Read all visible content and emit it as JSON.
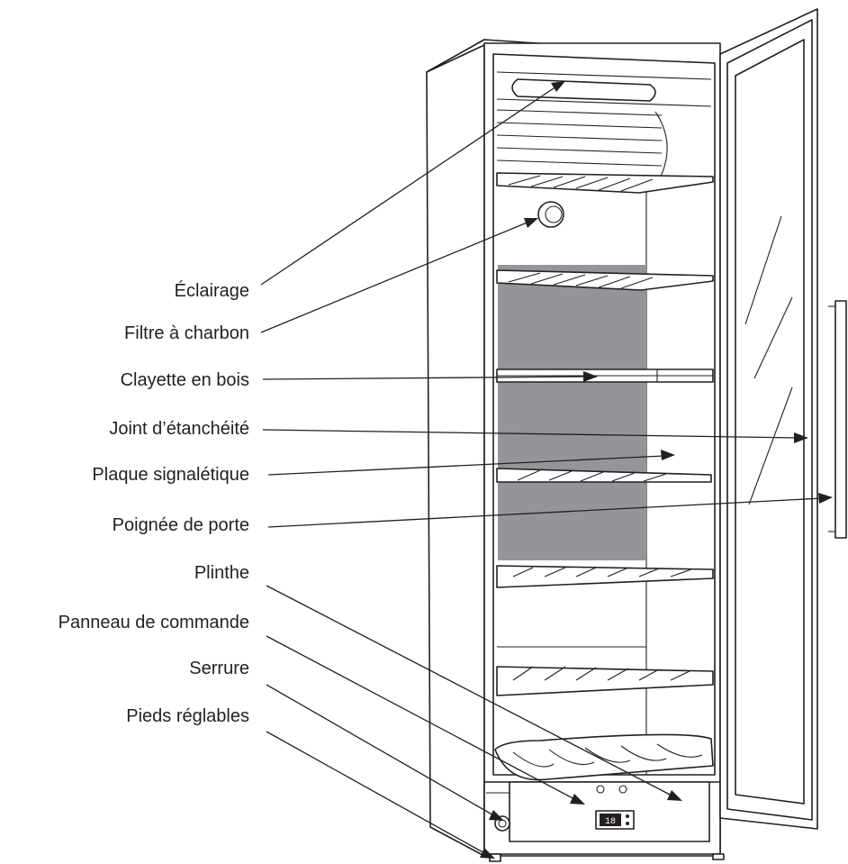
{
  "labels": {
    "eclairage": "Éclairage",
    "filtre": "Filtre à charbon",
    "clayette": "Clayette en bois",
    "joint": "Joint d’étanchéité",
    "plaque": "Plaque signalétique",
    "poignee": "Poignée de porte",
    "plinthe": "Plinthe",
    "panneau": "Panneau de commande",
    "serrure": "Serrure",
    "pieds": "Pieds réglables"
  },
  "display": "18"
}
